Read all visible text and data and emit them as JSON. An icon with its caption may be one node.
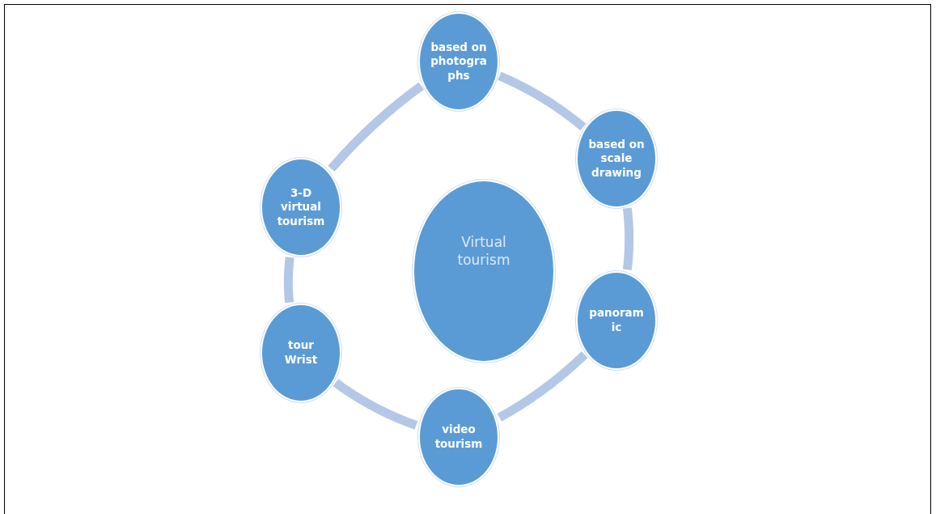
{
  "diagram": {
    "nodes": [
      {
        "text": [
          "Virtual tourism"
        ]
      },
      {
        "text": [
          "based on photogra phs"
        ]
      },
      {
        "text": [
          "based on scale drawing"
        ]
      },
      {
        "text": [
          "panoram ic"
        ]
      },
      {
        "text": [
          "video tourism"
        ]
      },
      {
        "text": [
          "tour Wrist"
        ]
      },
      {
        "text": [
          "3-D virtual tourism"
        ]
      }
    ],
    "edges": [
      {
        "from": 1,
        "to": 2,
        "arrow": "none"
      },
      {
        "from": 2,
        "to": 3,
        "arrow": "none"
      },
      {
        "from": 3,
        "to": 4,
        "arrow": "none"
      },
      {
        "from": 4,
        "to": 5,
        "arrow": "none"
      },
      {
        "from": 5,
        "to": 6,
        "arrow": "none"
      },
      {
        "from": 6,
        "to": 1,
        "arrow": "none"
      }
    ]
  }
}
